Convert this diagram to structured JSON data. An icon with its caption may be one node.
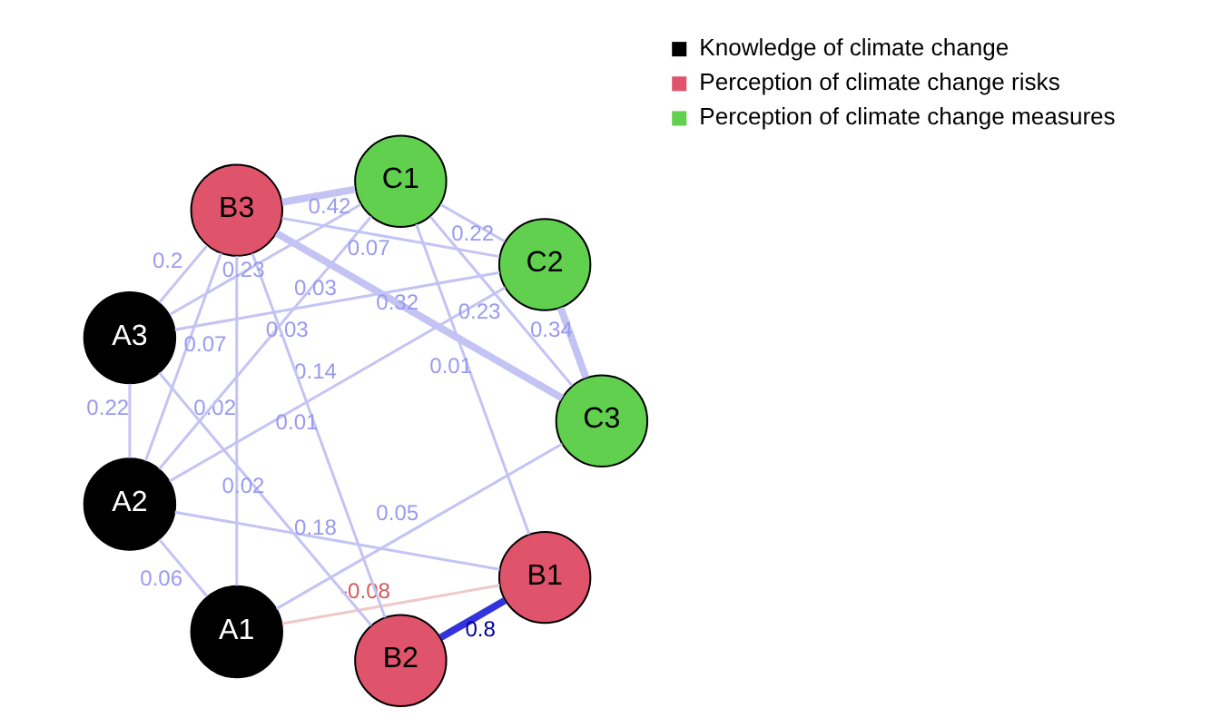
{
  "diagram": {
    "nodes": [
      {
        "text": [
          "A1"
        ]
      },
      {
        "text": [
          "A2"
        ]
      },
      {
        "text": [
          "A3"
        ]
      },
      {
        "text": [
          "B1"
        ]
      },
      {
        "text": [
          "B2"
        ]
      },
      {
        "text": [
          "B3"
        ]
      },
      {
        "text": [
          "C1"
        ]
      },
      {
        "text": [
          "C2"
        ]
      },
      {
        "text": [
          "C3"
        ]
      }
    ],
    "edges": [
      {
        "from": 0,
        "to": 8,
        "arrow": "none",
        "label": "0.05"
      },
      {
        "from": 0,
        "to": 1,
        "arrow": "none",
        "label": "0.06"
      },
      {
        "from": 1,
        "to": 7,
        "arrow": "none",
        "label": "0.14"
      },
      {
        "from": 1,
        "to": 2,
        "arrow": "none",
        "label": "0.22"
      },
      {
        "from": 8,
        "to": 7,
        "arrow": "none",
        "label": "0.34",
        "style": "thick"
      },
      {
        "from": 8,
        "to": 6,
        "arrow": "none",
        "label": "0.23"
      },
      {
        "from": 8,
        "to": 5,
        "arrow": "none",
        "label": "0.32",
        "style": "thick"
      },
      {
        "from": 7,
        "to": 6,
        "arrow": "none",
        "label": "0.22"
      },
      {
        "from": 7,
        "to": 2,
        "arrow": "none",
        "label": "0.03"
      },
      {
        "from": 0,
        "to": 3,
        "arrow": "none",
        "label": "-0.08",
        "color": "#f0c8c8"
      },
      {
        "from": 1,
        "to": 6,
        "arrow": "none",
        "label": "0.03"
      },
      {
        "from": 1,
        "to": 5,
        "arrow": "none",
        "label": "0.07"
      },
      {
        "from": 0,
        "to": 5,
        "arrow": "none",
        "label": "0.02"
      },
      {
        "from": 6,
        "to": 2,
        "arrow": "none",
        "label": "0.23"
      },
      {
        "from": 1,
        "to": 3,
        "arrow": "none",
        "label": "0.18"
      },
      {
        "from": 7,
        "to": 5,
        "arrow": "none",
        "label": "0.07"
      },
      {
        "from": 6,
        "to": 3,
        "arrow": "none",
        "label": "0.01"
      },
      {
        "from": 2,
        "to": 4,
        "arrow": "none",
        "label": "0.02"
      },
      {
        "from": 5,
        "to": 2,
        "arrow": "none",
        "label": "0.2"
      },
      {
        "from": 6,
        "to": 5,
        "arrow": "none",
        "label": "0.42",
        "style": "thick"
      },
      {
        "from": 3,
        "to": 4,
        "arrow": "none",
        "label": "0.8",
        "style": "thick",
        "color": "#3333dd"
      },
      {
        "from": 5,
        "to": 4,
        "arrow": "none",
        "label": "0.01"
      }
    ],
    "legend": [
      {
        "text": "Knowledge of climate change",
        "color": "#000000"
      },
      {
        "text": "Perception of climate change risks",
        "color": "#df536b"
      },
      {
        "text": "Perception of climate change measures",
        "color": "#61d04f"
      }
    ]
  }
}
